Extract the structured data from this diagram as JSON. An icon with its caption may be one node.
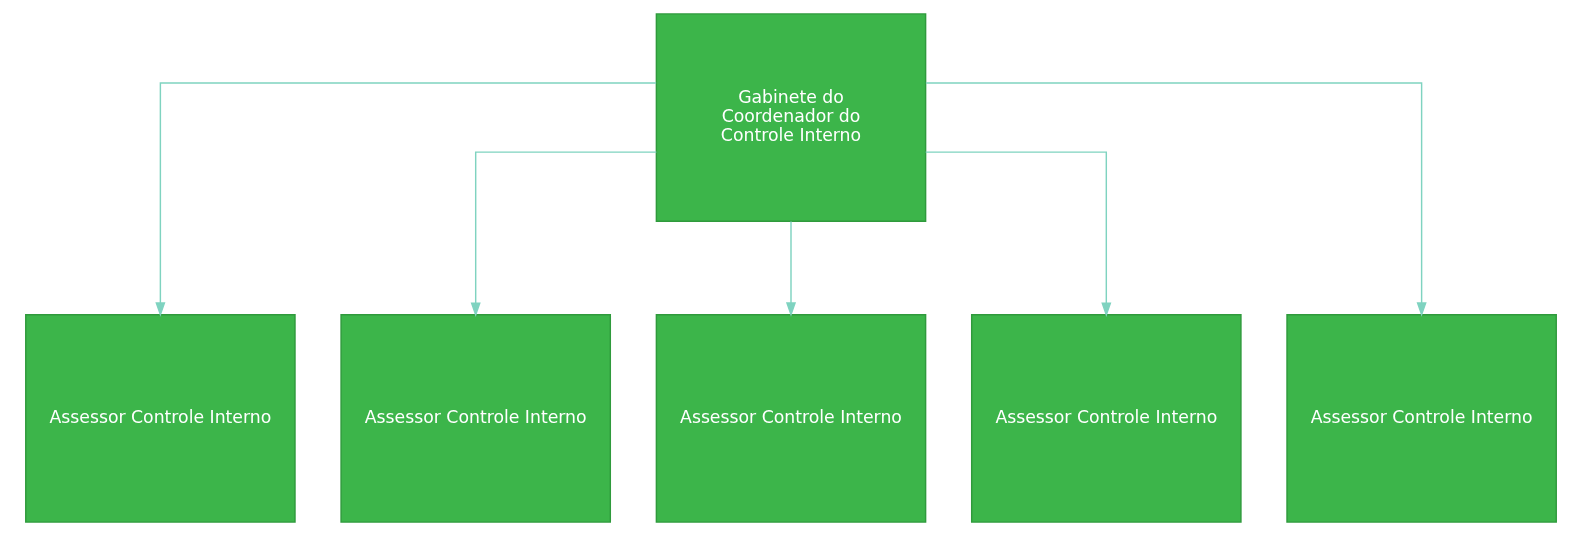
{
  "diagram": {
    "nodes": [
      {
        "text": [
          "Gabinete do Coordenador do Controle Interno"
        ]
      },
      {
        "text": [
          "Assessor Controle Interno"
        ]
      },
      {
        "text": [
          "Assessor Controle Interno"
        ]
      },
      {
        "text": [
          "Assessor Controle Interno"
        ]
      },
      {
        "text": [
          "Assessor Controle Interno"
        ]
      },
      {
        "text": [
          "Assessor Controle Interno"
        ]
      }
    ],
    "edges": [
      {
        "from": 0,
        "to": 1,
        "arrow": "to"
      },
      {
        "from": 0,
        "to": 2,
        "arrow": "to"
      },
      {
        "from": 0,
        "to": 3,
        "arrow": "to"
      },
      {
        "from": 0,
        "to": 4,
        "arrow": "to"
      },
      {
        "from": 0,
        "to": 5,
        "arrow": "to"
      }
    ]
  }
}
